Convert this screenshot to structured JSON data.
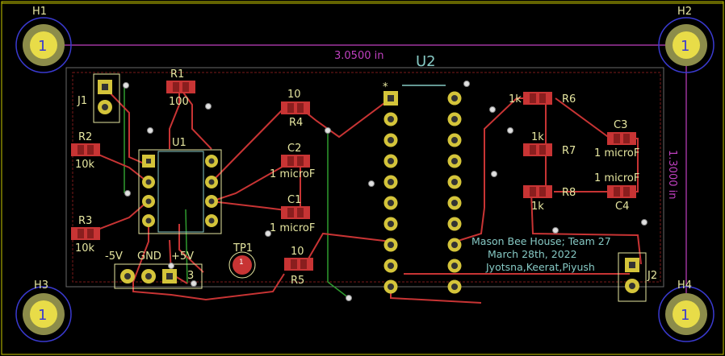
{
  "title": "",
  "board": {
    "dimension_width": "3.0500 in",
    "dimension_height": "1.3000 in",
    "notes": [
      "Mason Bee House; Team 27",
      "March 28th, 2022",
      "Jyotsna,Keerat,Piyush"
    ]
  },
  "holes": {
    "h1": {
      "ref": "H1",
      "pad": "1"
    },
    "h2": {
      "ref": "H2",
      "pad": "1"
    },
    "h3": {
      "ref": "H3",
      "pad": "1"
    },
    "h4": {
      "ref": "H4",
      "pad": "1"
    }
  },
  "components": {
    "u1": "U1",
    "u2": "U2",
    "u2_pin1": "*",
    "j1": "J1",
    "j2": "J2",
    "j3_neg": "-5V",
    "j3_gnd": "GND",
    "j3_pos": "+5V",
    "j3_ref": "3",
    "tp1": "TP1",
    "tp1_pad": "1",
    "r1_ref": "R1",
    "r1_val": "100",
    "r2_ref": "R2",
    "r2_val": "10k",
    "r3_ref": "R3",
    "r3_val": "10k",
    "r4_ref": "R4",
    "r4_val": "10",
    "r5_ref": "R5",
    "r5_val": "10",
    "r6_ref": "R6",
    "r6_val": "1k",
    "r7_ref": "R7",
    "r7_val": "1k",
    "r8_ref": "R8",
    "r8_val": "1k",
    "c1_ref": "C1",
    "c1_val": "1 microF",
    "c2_ref": "C2",
    "c2_val": "1 microF",
    "c3_ref": "C3",
    "c3_val": "1 microF",
    "c4_ref": "C4",
    "c4_val": "1 microF"
  },
  "colors": {
    "background": "#000000",
    "copper_front": "#c83434",
    "copper_back": "#2f9c2f",
    "pad": "#d4c43a",
    "silkscreen": "#e6e6a0",
    "fab": "#86c9c4",
    "dimension": "#c040c0",
    "edge": "#c8c800"
  }
}
